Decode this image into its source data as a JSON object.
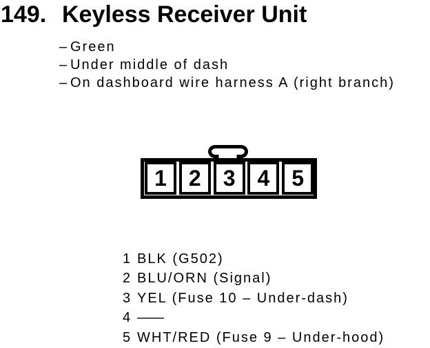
{
  "page": {
    "background": "#ffffff",
    "ink": "#000000",
    "index": "149.",
    "title": "Keyless Receiver Unit",
    "bullet": "–",
    "notes": [
      "Green",
      "Under middle of dash",
      "On dashboard wire harness A (right branch)"
    ]
  },
  "connector": {
    "pins": [
      "1",
      "2",
      "3",
      "4",
      "5"
    ]
  },
  "pin_list": [
    {
      "pin": "1",
      "desc": "BLK (G502)"
    },
    {
      "pin": "2",
      "desc": "BLU/ORN (Signal)"
    },
    {
      "pin": "3",
      "desc": "YEL (Fuse 10 – Under-dash)"
    },
    {
      "pin": "4",
      "desc": "——"
    },
    {
      "pin": "5",
      "desc": "WHT/RED (Fuse 9 – Under-hood)"
    }
  ]
}
